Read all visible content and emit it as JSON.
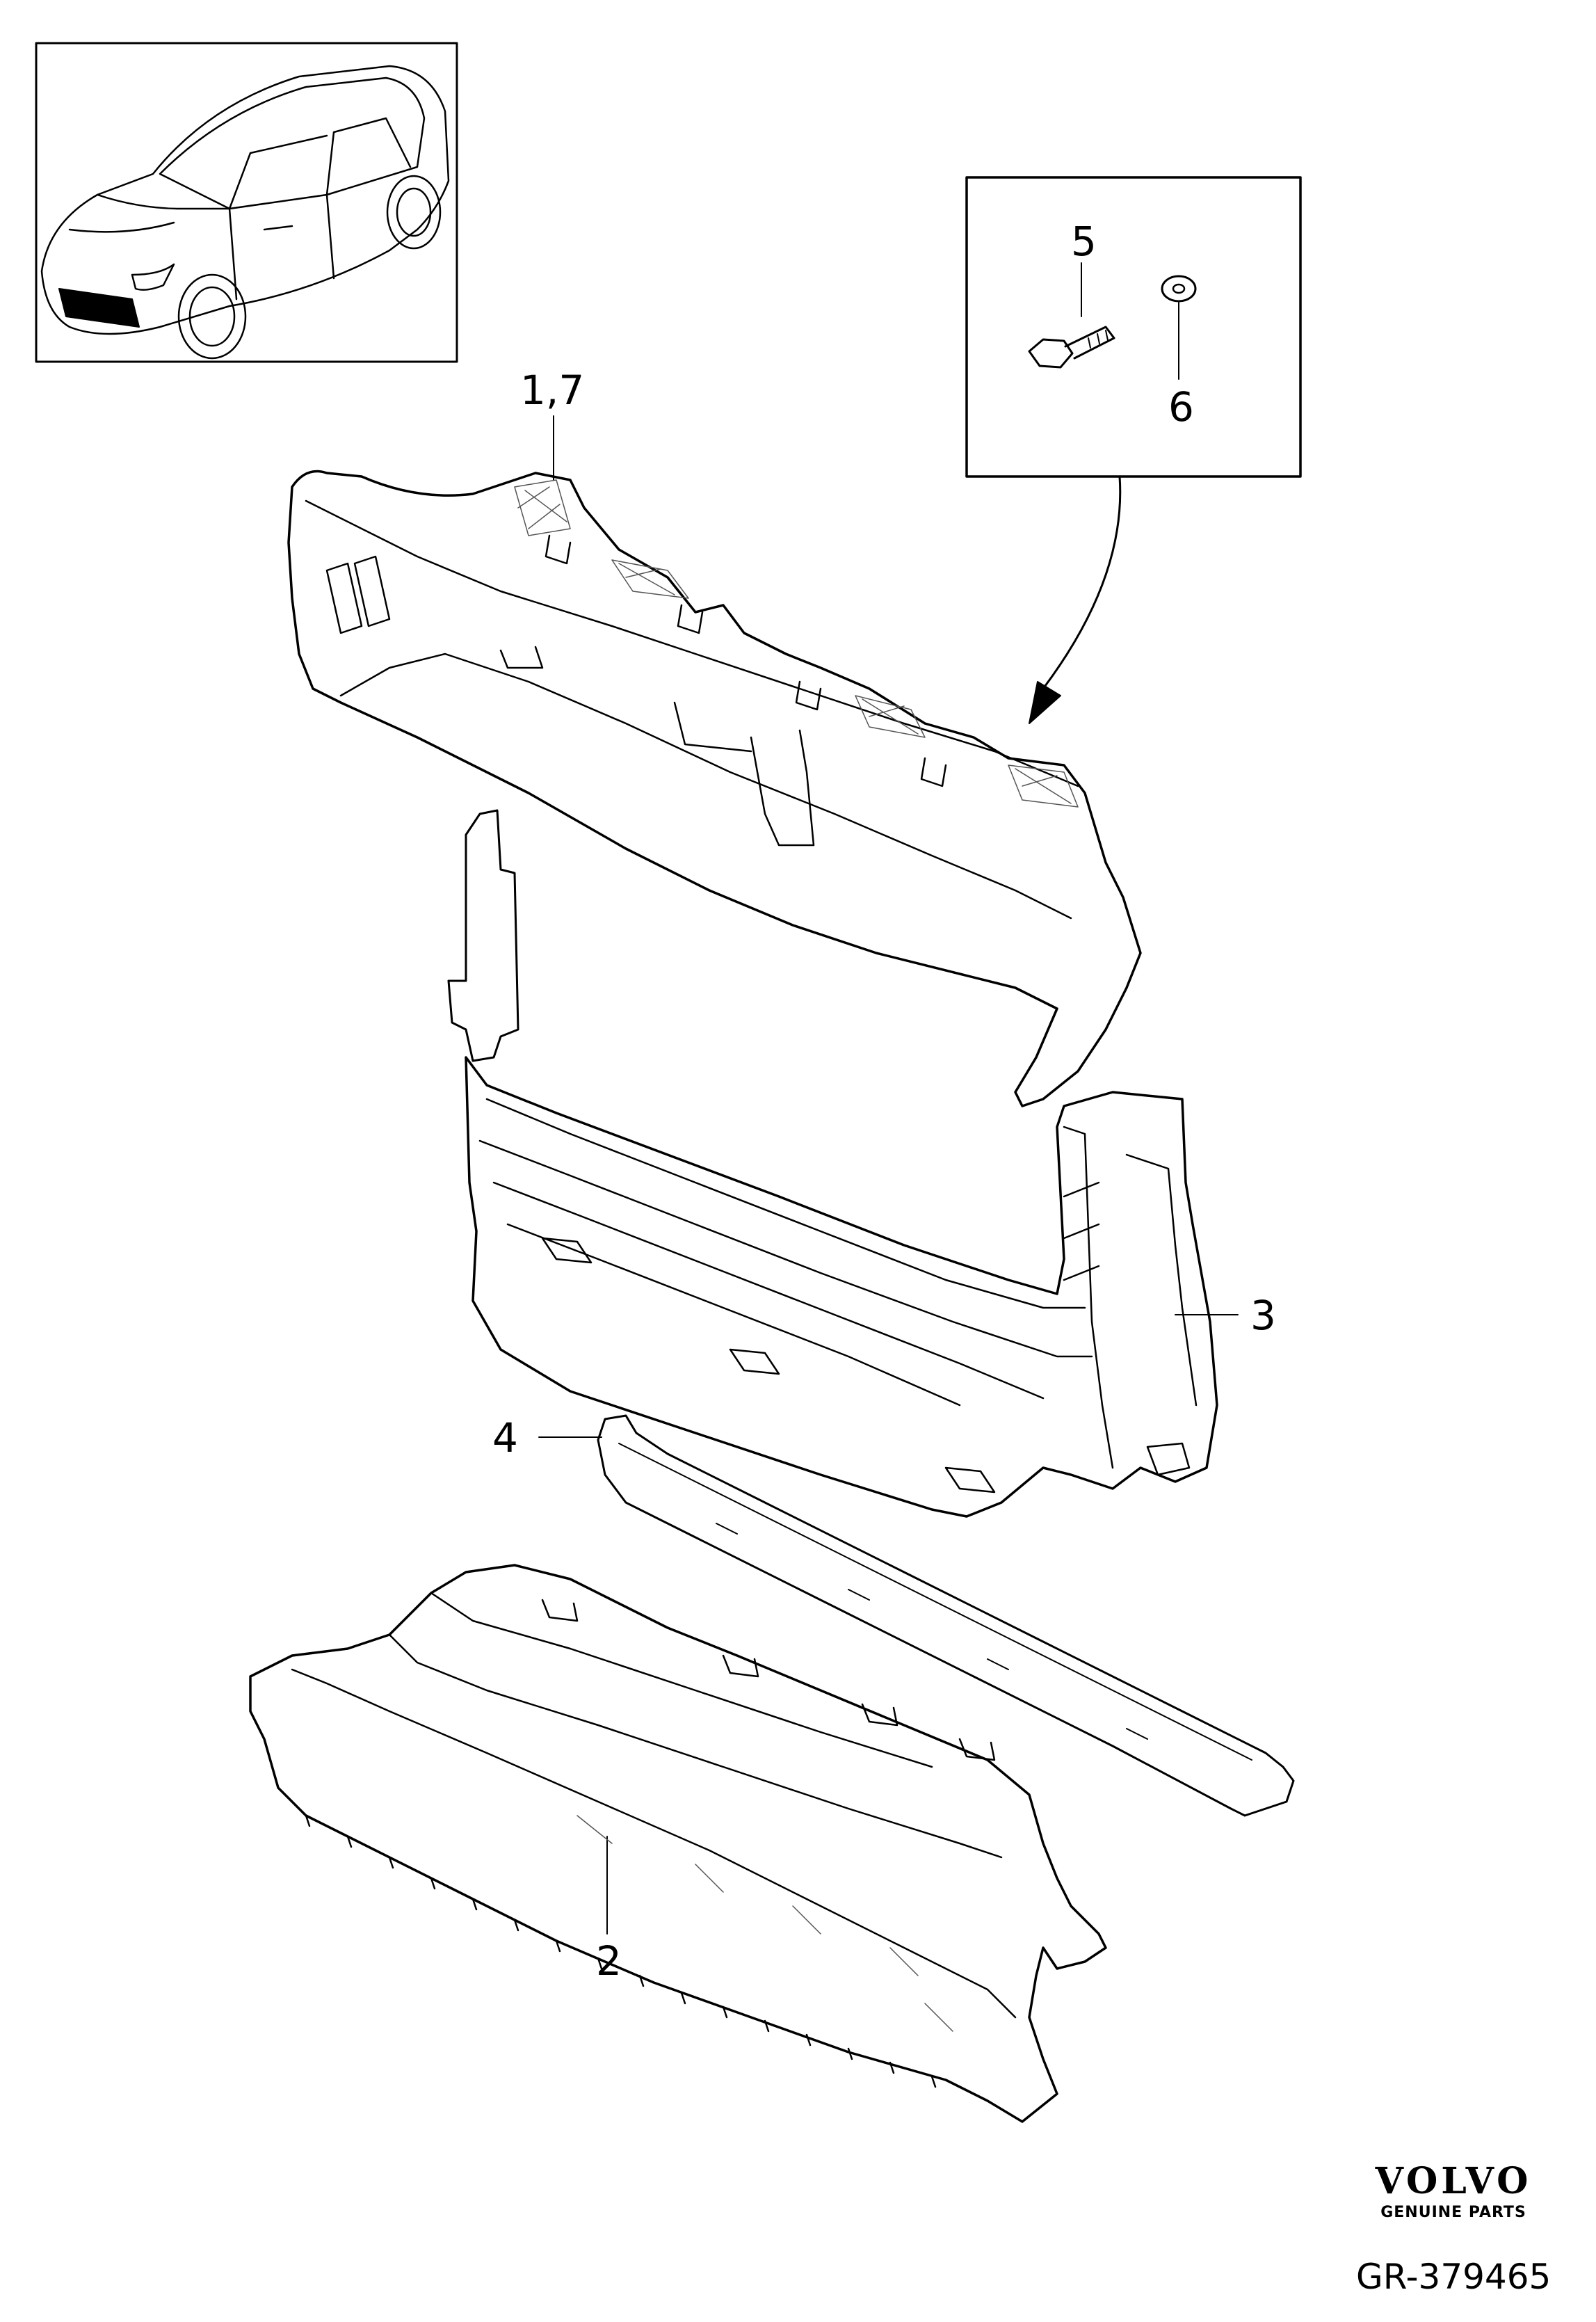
{
  "callouts": {
    "part_1_7": "1,7",
    "part_2": "2",
    "part_3": "3",
    "part_4": "4",
    "part_5": "5",
    "part_6": "6"
  },
  "brand": {
    "name": "VOLVO",
    "tagline": "GENUINE PARTS"
  },
  "reference": "GR-379465",
  "colors": {
    "line": "#000000",
    "background": "#ffffff",
    "hatch": "#555555"
  }
}
